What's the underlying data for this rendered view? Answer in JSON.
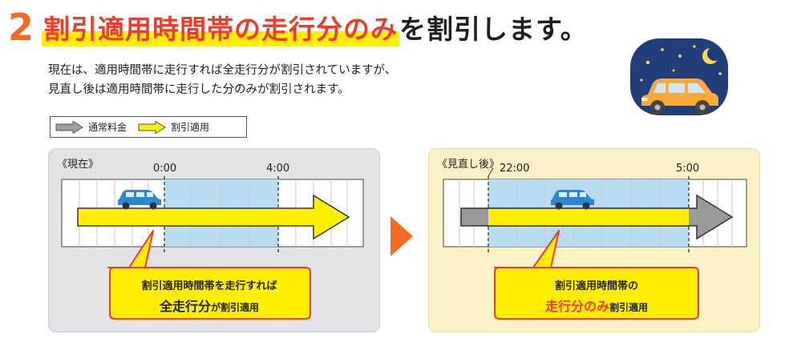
{
  "header": {
    "number": "2",
    "highlight": "割引適用時間帯の走行分のみ",
    "rest": "を割引します。"
  },
  "description": {
    "line1": "現在は、適用時間帯に走行すれば全走行分が割引されていますが、",
    "line2": "見直し後は適用時間帯に走行した分のみが割引されます。"
  },
  "legend": {
    "normal_label": "通常料金",
    "discount_label": "割引適用"
  },
  "current": {
    "label": "《現在》",
    "start_time": "0:00",
    "end_time": "4:00",
    "callout_line1": "割引適用時間帯を走行すれば",
    "callout_bold": "全走行分",
    "callout_mid": "が",
    "callout_tail": "割引適用"
  },
  "after": {
    "label": "《見直し後》",
    "start_time": "22:00",
    "end_time": "5:00",
    "callout_line1": "割引適用時間帯の",
    "callout_red": "走行分のみ",
    "callout_tail": "割引適用"
  },
  "colors": {
    "accent_orange": "#f26b21",
    "headline_red": "#ee3b2a",
    "discount_yellow": "#ffee00",
    "normal_gray": "#9a9a9a",
    "time_band_blue": "#b7dcf2"
  }
}
